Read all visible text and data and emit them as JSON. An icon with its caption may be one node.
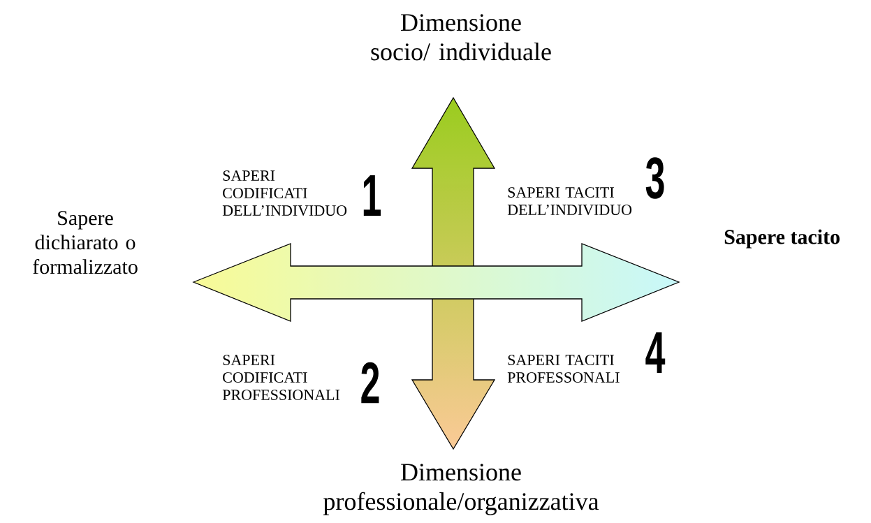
{
  "diagram": {
    "labels": [
      "Dimensione socio/ individuale",
      "SAPERI CODIFICATI DELL’INDIVIDUO",
      "1",
      "3",
      "SAPERI TACITI DELL’INDIVIDUO",
      "Sapere dichiarato o formalizzato",
      "Sapere tacito",
      "SAPERI CODIFICATI PROFESSIONALI",
      "2",
      "4",
      "SAPERI TACITI PROFESSONALI",
      "Dimensione professionale/organizzativa"
    ]
  }
}
